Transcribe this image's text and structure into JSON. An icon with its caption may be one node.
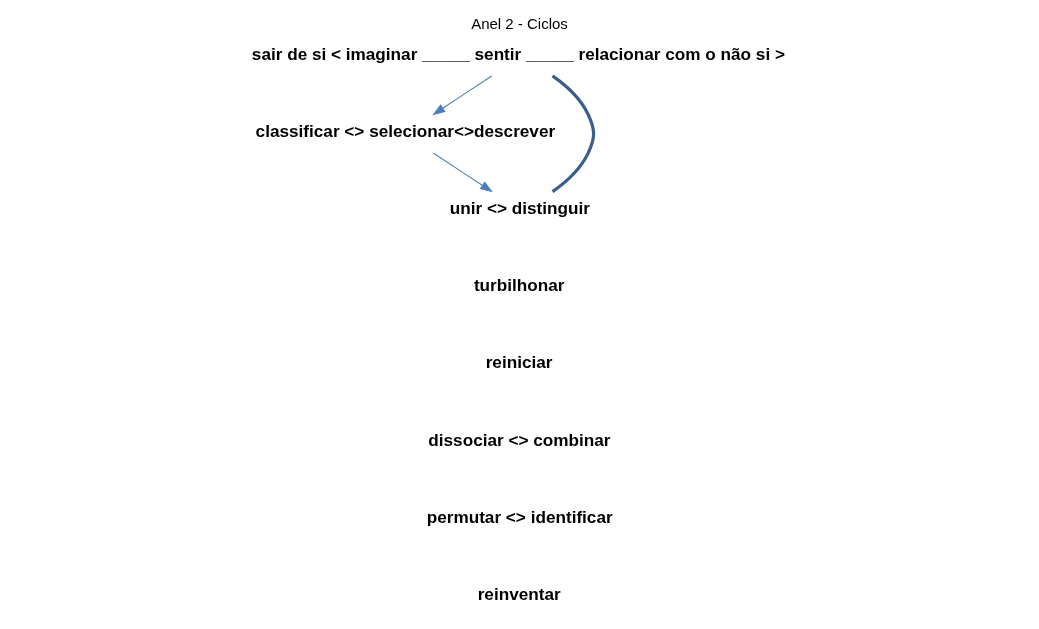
{
  "diagram": {
    "title": "Anel 2 - Ciclos",
    "nodes": [
      {
        "text": [
          "sair de si < imaginar _____ sentir _____ relacionar com o não si >"
        ]
      },
      {
        "text": [
          "classificar <> selecionar<>descrever"
        ]
      },
      {
        "text": [
          "unir <> distinguir"
        ]
      }
    ],
    "edges": [
      {
        "from": 0,
        "to": 1,
        "arrow": "to"
      },
      {
        "from": 1,
        "to": 2,
        "arrow": "to"
      },
      {
        "from": 0,
        "to": 2,
        "arrow": "none",
        "style": "thick",
        "color": "#3b5e8c"
      }
    ],
    "labels": [
      "turbilhonar",
      "reiniciar",
      "dissociar <> combinar",
      "permutar <> identificar",
      "reinventar"
    ]
  }
}
